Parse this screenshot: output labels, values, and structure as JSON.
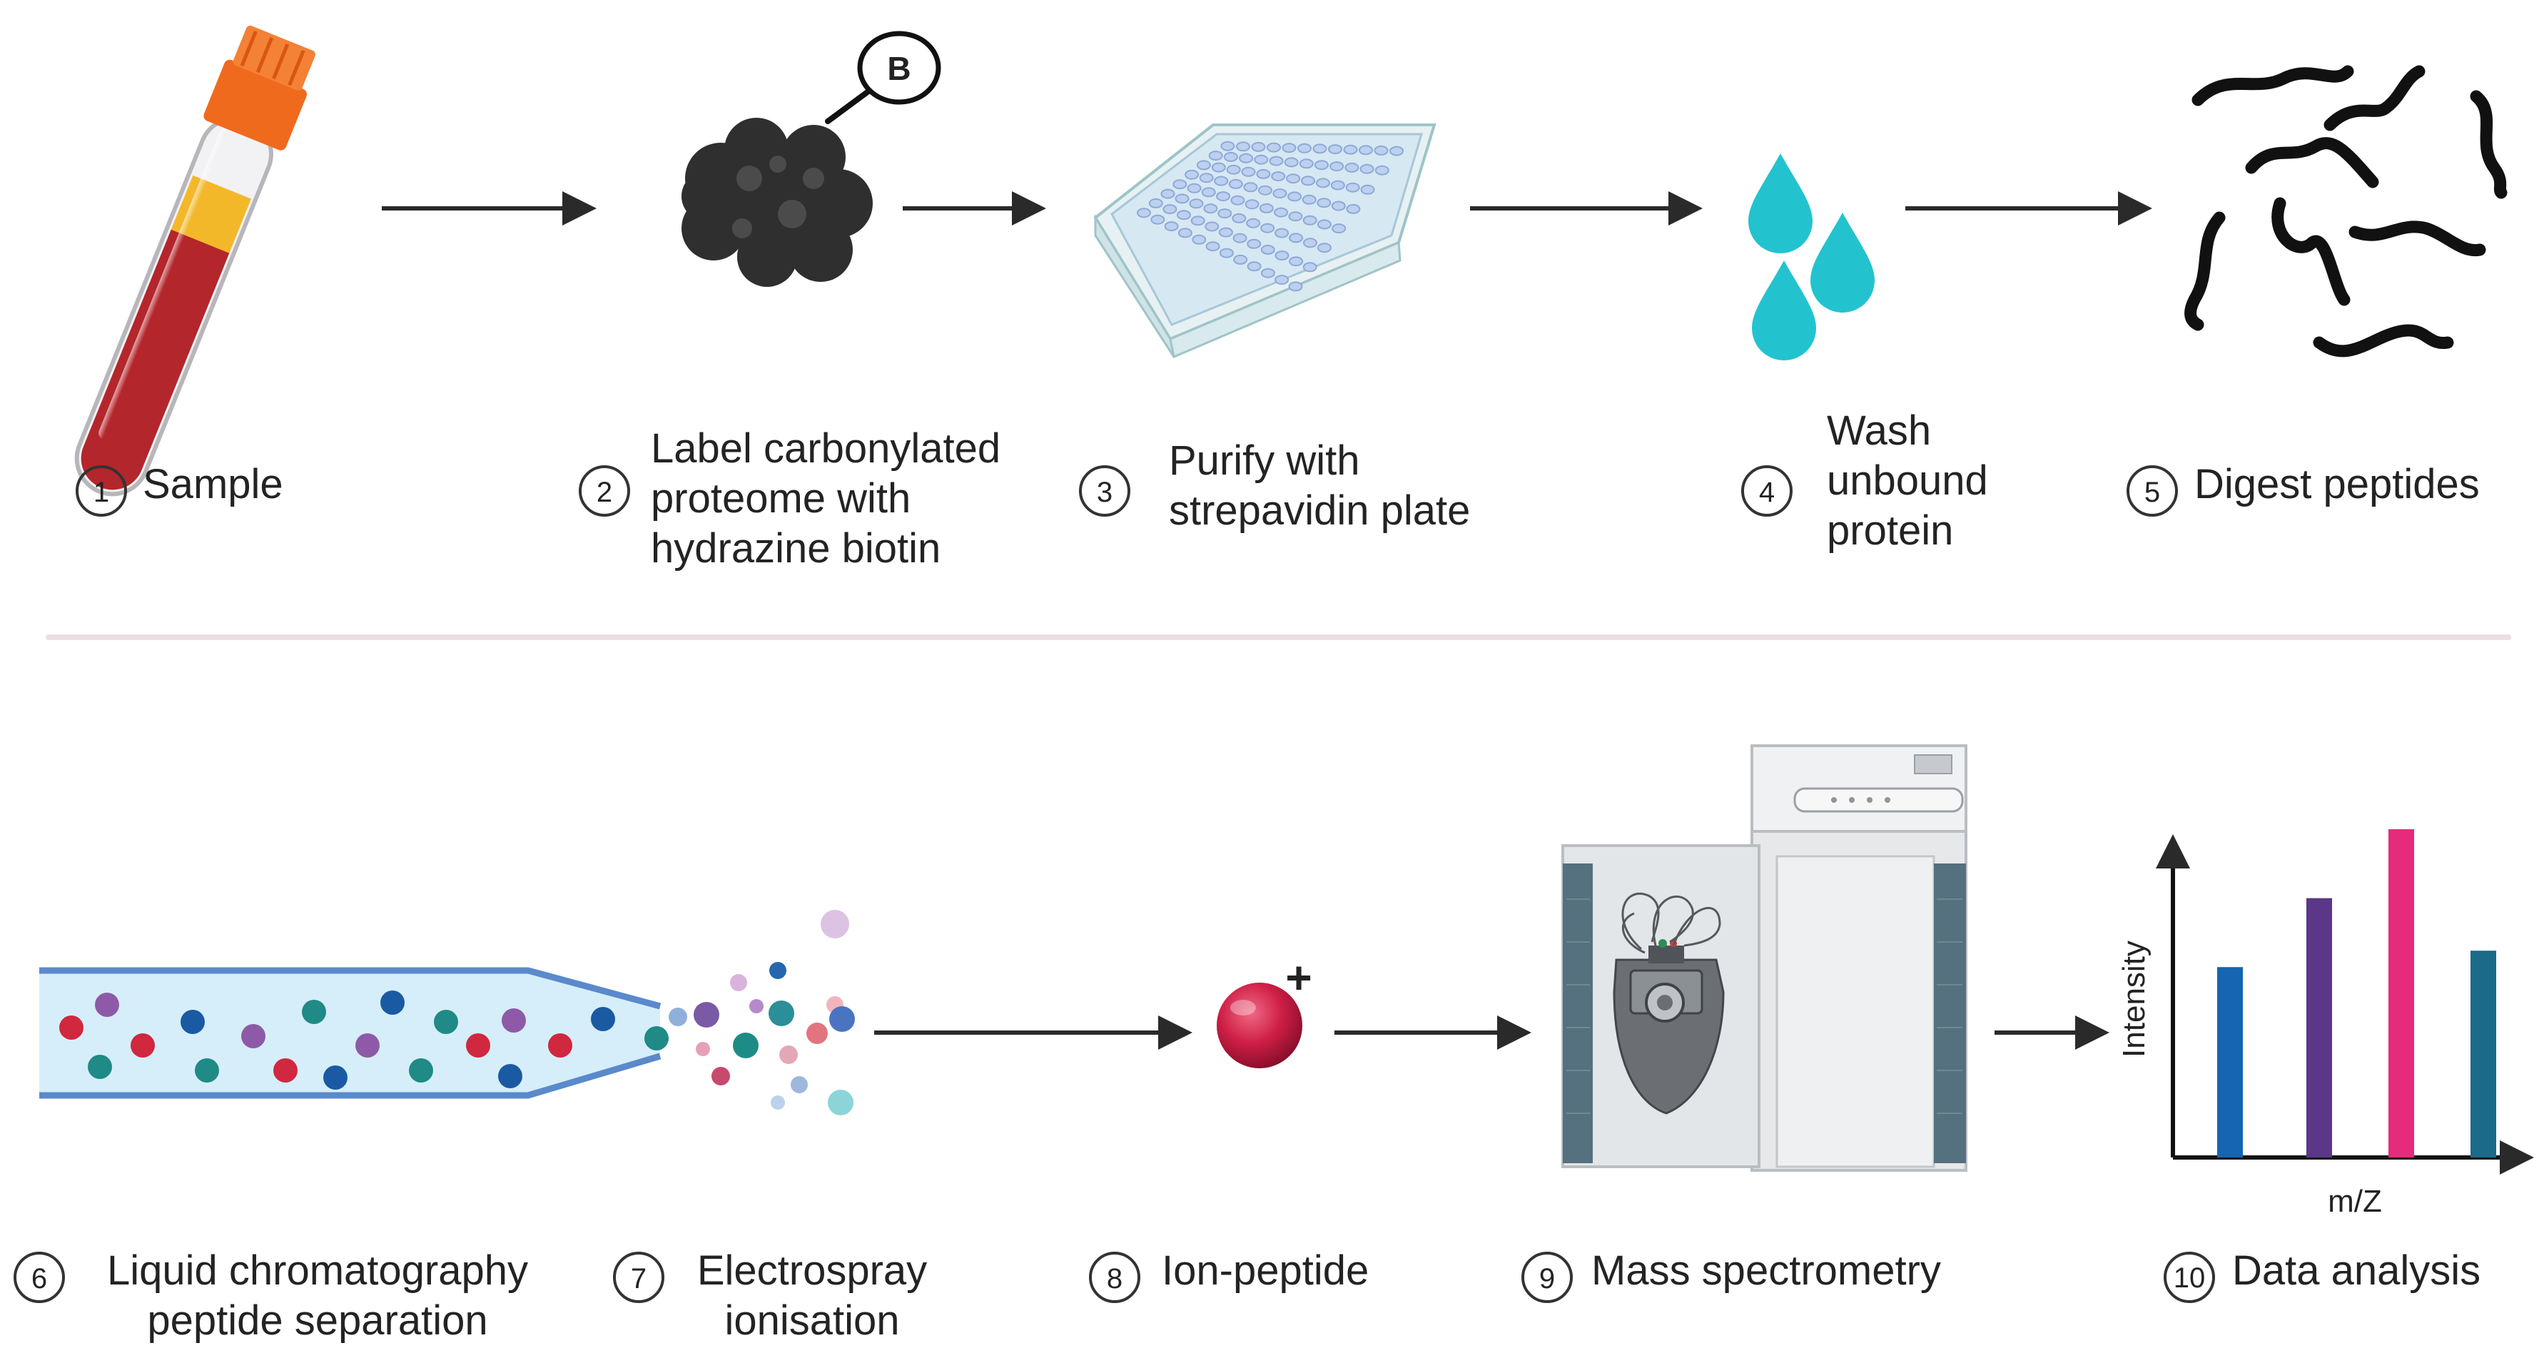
{
  "top_steps": [
    {
      "number": "1",
      "lines": [
        "Sample"
      ]
    },
    {
      "number": "2",
      "lines": [
        "Label carbonylated",
        "proteome with",
        "hydrazine biotin"
      ]
    },
    {
      "number": "3",
      "lines": [
        "Purify with",
        "strepavidin plate"
      ]
    },
    {
      "number": "4",
      "lines": [
        "Wash",
        "unbound",
        "protein"
      ]
    },
    {
      "number": "5",
      "lines": [
        "Digest peptides"
      ]
    }
  ],
  "bottom_steps": [
    {
      "number": "6",
      "lines": [
        "Liquid chromatography",
        "peptide separation"
      ]
    },
    {
      "number": "7",
      "lines": [
        "Electrospray",
        "ionisation"
      ]
    },
    {
      "number": "8",
      "lines": [
        "Ion-peptide"
      ]
    },
    {
      "number": "9",
      "lines": [
        "Mass spectrometry"
      ]
    },
    {
      "number": "10",
      "lines": [
        "Data analysis"
      ]
    }
  ],
  "biotin_tag": "B",
  "ion_charge": "+",
  "mini_chart": {
    "xlabel": "m/Z",
    "ylabel": "Intensity",
    "bars": [
      {
        "value": 0.58,
        "color": "#1565b0"
      },
      {
        "value": 0.79,
        "color": "#5a3788"
      },
      {
        "value": 1.0,
        "color": "#e62a7c"
      },
      {
        "value": 0.63,
        "color": "#1b6a8a"
      }
    ]
  },
  "colors": {
    "blood": "#b3262c",
    "plasma": "#f3b82a",
    "cap": "#ef6a1c",
    "droplet": "#22c3cf",
    "capillary_fill": "#d6eef9",
    "capillary_edge": "#5a89cc",
    "ion": "#cf1f46",
    "divider": "#ecdfe3"
  }
}
